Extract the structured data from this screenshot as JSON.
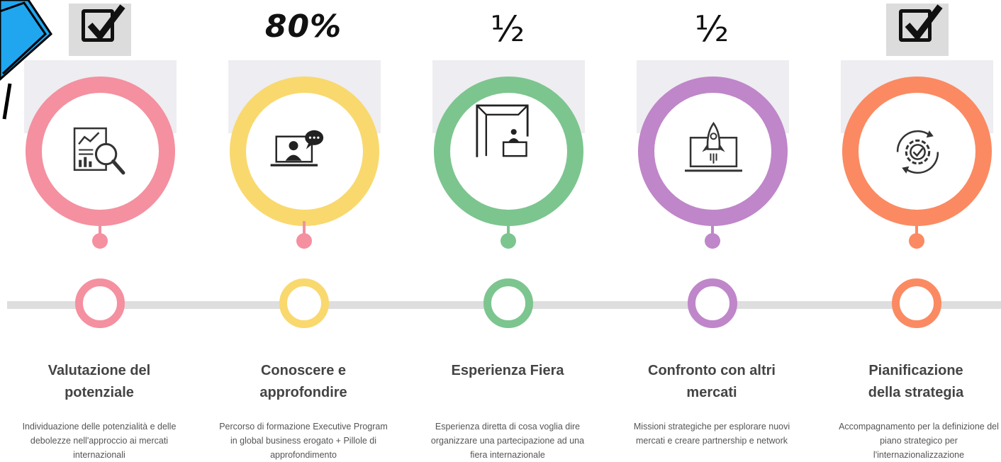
{
  "colors": {
    "pink": "#f490a0",
    "yellow": "#f9d86e",
    "green": "#7cc58f",
    "purple": "#bf86c9",
    "orange": "#fb8a62",
    "timeline": "#dedede",
    "corner_blue": "#20a6ef"
  },
  "steps": [
    {
      "title": "Valutazione del potenziale",
      "description": "Individuazione delle potenzialità e delle debolezze nell'approccio ai mercati internazionali",
      "status": "check",
      "icon": "analytics-magnifier-icon"
    },
    {
      "title": "Conoscere e approfondire",
      "description": "Percorso di formazione Executive Program in global business erogato + Pillole di approfondimento",
      "status": "80%",
      "icon": "video-call-chat-icon"
    },
    {
      "title": "Esperienza Fiera",
      "description": "Esperienza diretta di cosa voglia dire organizzare una partecipazione ad una fiera internazionale",
      "status": "½",
      "icon": "trade-fair-booth-icon"
    },
    {
      "title": "Confronto con altri mercati",
      "description": "Missioni strategiche per esplorare nuovi mercati e creare partnership e network",
      "status": "½",
      "icon": "rocket-laptop-icon"
    },
    {
      "title": "Pianificazione della strategia",
      "description": "Accompagnamento per la definizione del piano strategico per l'internazionalizzazione",
      "status": "check",
      "icon": "gear-check-cycle-icon"
    }
  ]
}
